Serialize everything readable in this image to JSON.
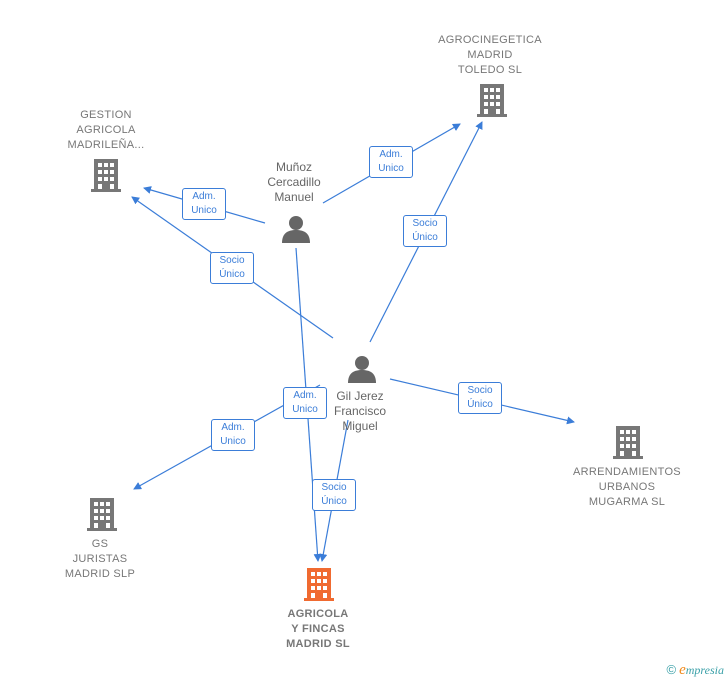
{
  "colors": {
    "edge": "#3b7dd8",
    "company": "#777777",
    "main_company": "#f06a30",
    "person": "#666666"
  },
  "nodes": {
    "gestion": {
      "type": "company",
      "label": "GESTION\nAGRICOLA\nMADRILEÑA..."
    },
    "agrocinegetica": {
      "type": "company",
      "label": "AGROCINEGETICA\nMADRID\nTOLEDO  SL"
    },
    "munoz": {
      "type": "person",
      "label": "Muñoz\nCercadillo\nManuel"
    },
    "gil": {
      "type": "person",
      "label": "Gil Jerez\nFrancisco\nMiguel"
    },
    "arrendamientos": {
      "type": "company",
      "label": "ARRENDAMIENTOS\nURBANOS\nMUGARMA  SL"
    },
    "gs": {
      "type": "company",
      "label": "GS\nJURISTAS\nMADRID  SLP"
    },
    "agricola": {
      "type": "company_main",
      "label": "AGRICOLA\nY FINCAS\nMADRID  SL"
    }
  },
  "edges": [
    {
      "from": "munoz",
      "to": "gestion",
      "label": "Adm.\nUnico"
    },
    {
      "from": "munoz",
      "to": "agrocinegetica",
      "label": "Adm.\nUnico"
    },
    {
      "from": "gil",
      "to": "gestion",
      "label": "Socio\nÚnico"
    },
    {
      "from": "gil",
      "to": "agrocinegetica",
      "label": "Socio\nÚnico"
    },
    {
      "from": "gil",
      "to": "arrendamientos",
      "label": "Socio\nÚnico"
    },
    {
      "from": "munoz",
      "to": "agricola",
      "label": "Adm.\nUnico"
    },
    {
      "from": "gil",
      "to": "agricola",
      "label": "Socio\nÚnico"
    },
    {
      "from": "gil",
      "to": "gs",
      "label": "Adm.\nUnico"
    }
  ],
  "footer": {
    "copyright": "©",
    "brand_initial": "e",
    "brand_rest": "mpresia"
  }
}
